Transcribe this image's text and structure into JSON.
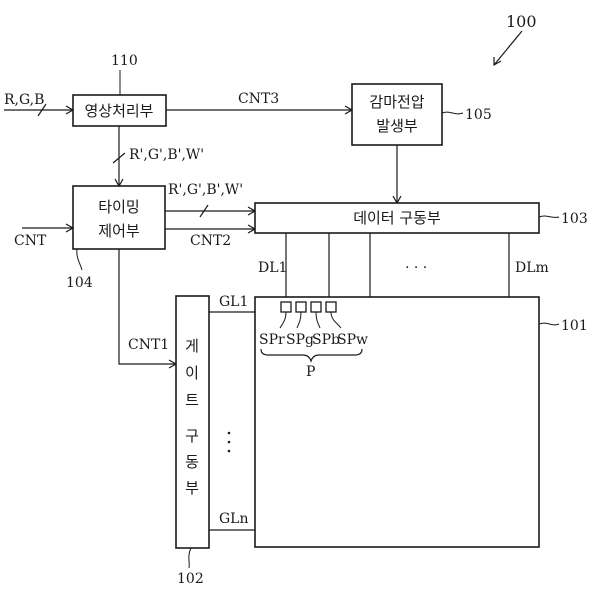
{
  "figure_ref": "100",
  "blocks": {
    "image_processor": {
      "ref": "110",
      "label": "영상처리부"
    },
    "gamma_voltage": {
      "ref": "105",
      "line1": "감마전압",
      "line2": "발생부"
    },
    "timing_controller": {
      "ref": "104",
      "line1": "타이밍",
      "line2": "제어부"
    },
    "data_driver": {
      "ref": "103",
      "label": "데이터 구동부"
    },
    "gate_driver": {
      "ref": "102",
      "chars": [
        "게",
        "이",
        "트",
        "구",
        "동",
        "부"
      ]
    },
    "panel": {
      "ref": "101"
    }
  },
  "signals": {
    "rgb_in": "R,G,B",
    "rgbw_down": "R',G',B',W'",
    "rgbw_right": "R',G',B',W'",
    "cnt_in": "CNT",
    "cnt1": "CNT1",
    "cnt2": "CNT2",
    "cnt3": "CNT3"
  },
  "lines": {
    "data_first": "DL1",
    "data_last": "DLm",
    "gate_first": "GL1",
    "gate_last": "GLn",
    "h_ellipsis": "· · ·",
    "v_ellipsis": "·\n·\n·"
  },
  "pixel": {
    "subpixels": [
      "SPr",
      "SPg",
      "SPb",
      "SPw"
    ],
    "group_label": "P"
  }
}
